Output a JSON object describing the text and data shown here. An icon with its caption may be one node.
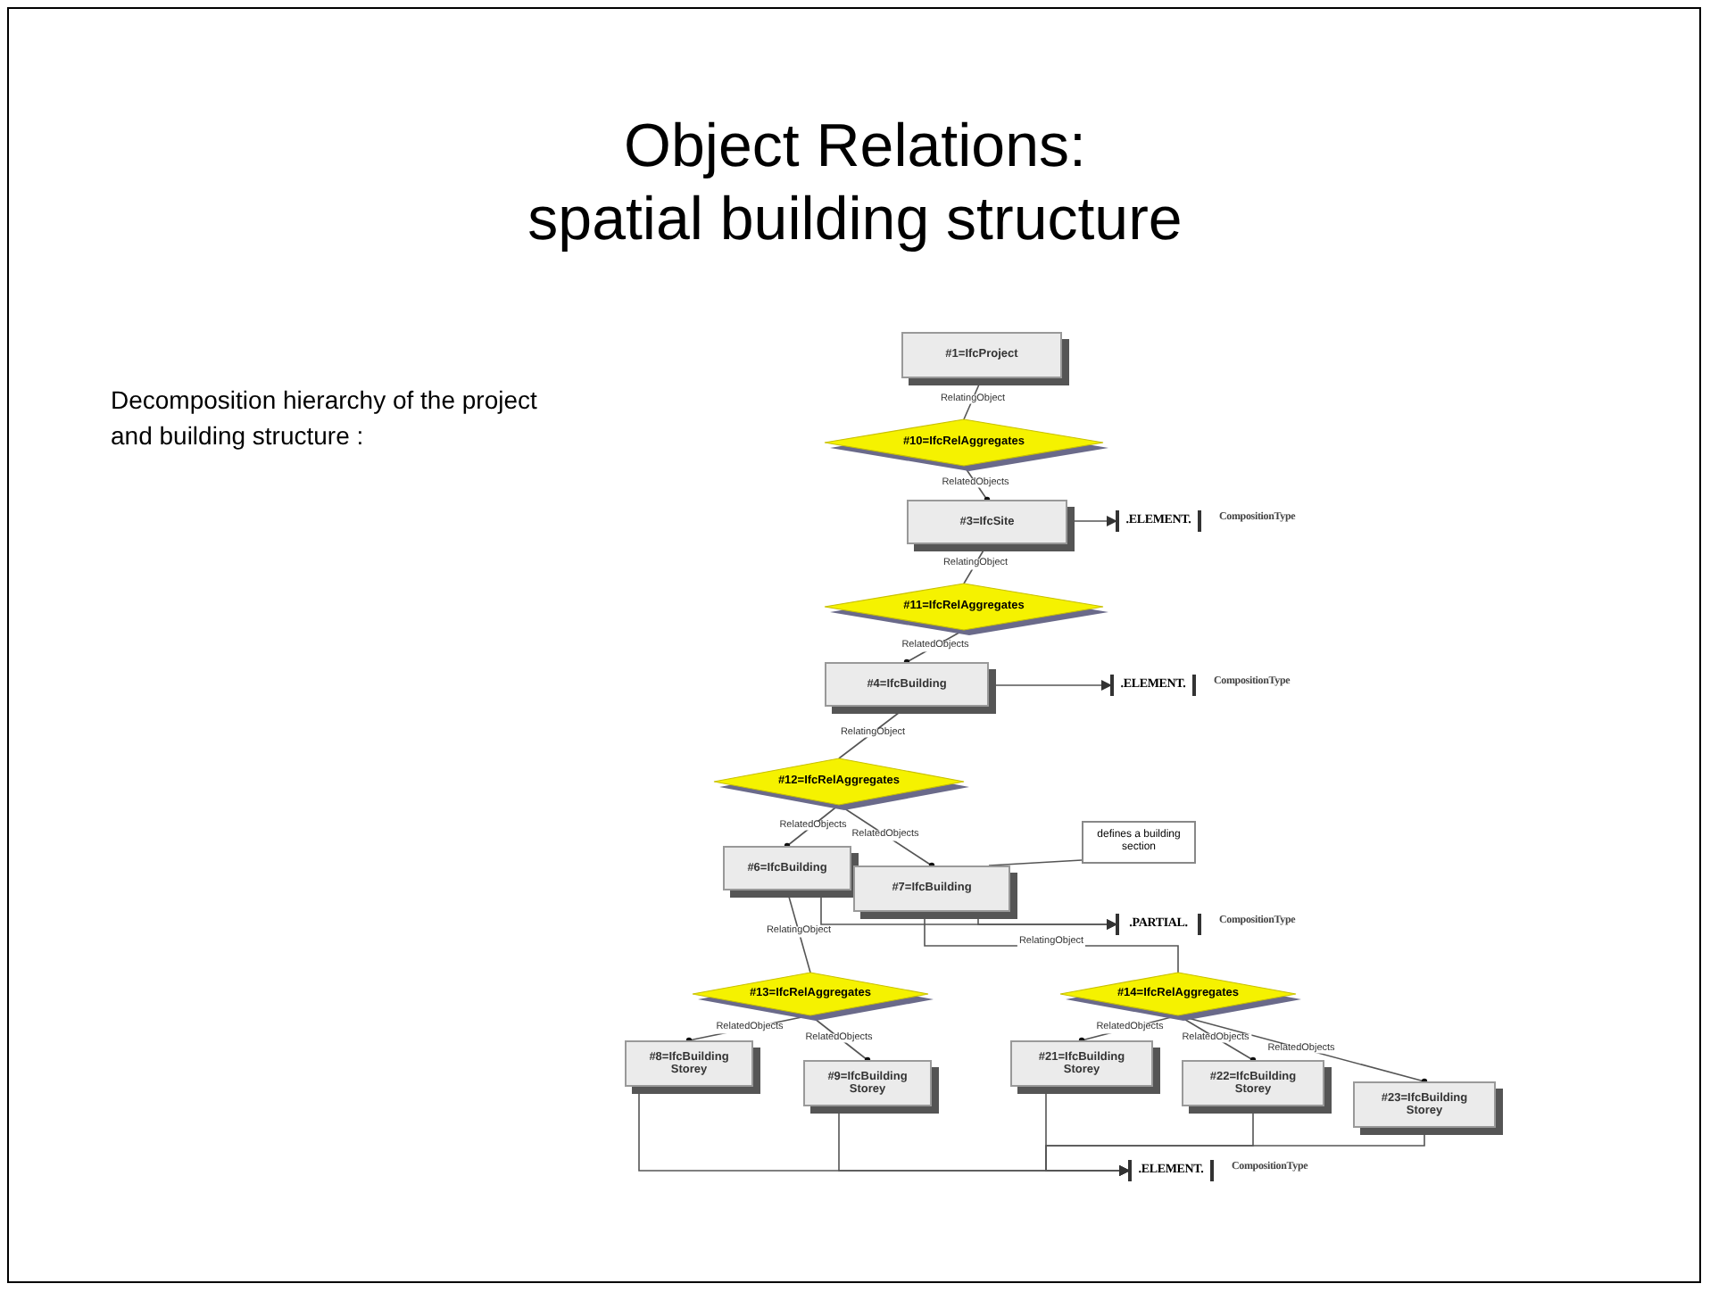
{
  "diagram": {
    "title": "Object Relations: spatial building structure",
    "nodes": [
      {
        "text": [
          "#1=IfcProject"
        ]
      },
      {
        "text": [
          "#10=IfcRelAggregates"
        ]
      },
      {
        "text": [
          "#3=IfcSite"
        ]
      },
      {
        "text": [
          ".ELEMENT."
        ],
        "beside": [
          "CompositionType"
        ]
      },
      {
        "text": [
          "#11=IfcRelAggregates"
        ]
      },
      {
        "text": [
          "#4=IfcBuilding"
        ]
      },
      {
        "text": [
          ".ELEMENT."
        ],
        "beside": [
          "CompositionType"
        ]
      },
      {
        "text": [
          "#12=IfcRelAggregates"
        ]
      },
      {
        "text": [
          "#6=IfcBuilding"
        ]
      },
      {
        "text": [
          "#7=IfcBuilding"
        ]
      },
      {
        "text": [
          "defines a building section"
        ]
      },
      {
        "text": [
          ".PARTIAL."
        ],
        "beside": [
          "CompositionType"
        ]
      },
      {
        "text": [
          "#13=IfcRelAggregates"
        ]
      },
      {
        "text": [
          "#14=IfcRelAggregates"
        ]
      },
      {
        "text": [
          "#8=IfcBuilding Storey"
        ]
      },
      {
        "text": [
          "#9=IfcBuilding Storey"
        ]
      },
      {
        "text": [
          "#21=IfcBuilding Storey"
        ]
      },
      {
        "text": [
          "#22=IfcBuilding Storey"
        ]
      },
      {
        "text": [
          "#23=IfcBuilding Storey"
        ]
      },
      {
        "text": [
          ".ELEMENT."
        ],
        "beside": [
          "CompositionType"
        ]
      }
    ],
    "edges": [
      {
        "from": 1,
        "to": 0,
        "arrow": "other",
        "label": "RelatingObject"
      },
      {
        "from": 1,
        "to": 2,
        "arrow": "other",
        "label": "RelatedObjects"
      },
      {
        "from": 2,
        "to": 3,
        "arrow": "to"
      },
      {
        "from": 4,
        "to": 2,
        "arrow": "other",
        "label": "RelatingObject"
      },
      {
        "from": 4,
        "to": 5,
        "arrow": "other",
        "label": "RelatedObjects"
      },
      {
        "from": 5,
        "to": 6,
        "arrow": "to"
      },
      {
        "from": 7,
        "to": 5,
        "arrow": "other",
        "label": "RelatingObject"
      },
      {
        "from": 7,
        "to": 8,
        "arrow": "other",
        "label": "RelatedObjects"
      },
      {
        "from": 7,
        "to": 9,
        "arrow": "other",
        "label": "RelatedObjects"
      },
      {
        "from": 10,
        "to": 9,
        "arrow": "none"
      },
      {
        "from": 8,
        "to": 11,
        "arrow": "to"
      },
      {
        "from": 9,
        "to": 11,
        "arrow": "to"
      },
      {
        "from": 12,
        "to": 8,
        "arrow": "other",
        "label": "RelatingObject"
      },
      {
        "from": 13,
        "to": 9,
        "arrow": "other",
        "label": "RelatingObject"
      },
      {
        "from": 12,
        "to": 14,
        "arrow": "other",
        "label": "RelatedObjects"
      },
      {
        "from": 12,
        "to": 15,
        "arrow": "other",
        "label": "RelatedObjects"
      },
      {
        "from": 13,
        "to": 16,
        "arrow": "other",
        "label": "RelatedObjects"
      },
      {
        "from": 13,
        "to": 17,
        "arrow": "other",
        "label": "RelatedObjects"
      },
      {
        "from": 13,
        "to": 18,
        "arrow": "other",
        "label": "RelatedObjects"
      },
      {
        "from": 14,
        "to": 19,
        "arrow": "to"
      },
      {
        "from": 15,
        "to": 19,
        "arrow": "to"
      },
      {
        "from": 16,
        "to": 19,
        "arrow": "to"
      },
      {
        "from": 17,
        "to": 19,
        "arrow": "to"
      },
      {
        "from": 18,
        "to": 19,
        "arrow": "to"
      }
    ],
    "labels": [
      "Decomposition hierarchy of the project and building structure :"
    ]
  }
}
